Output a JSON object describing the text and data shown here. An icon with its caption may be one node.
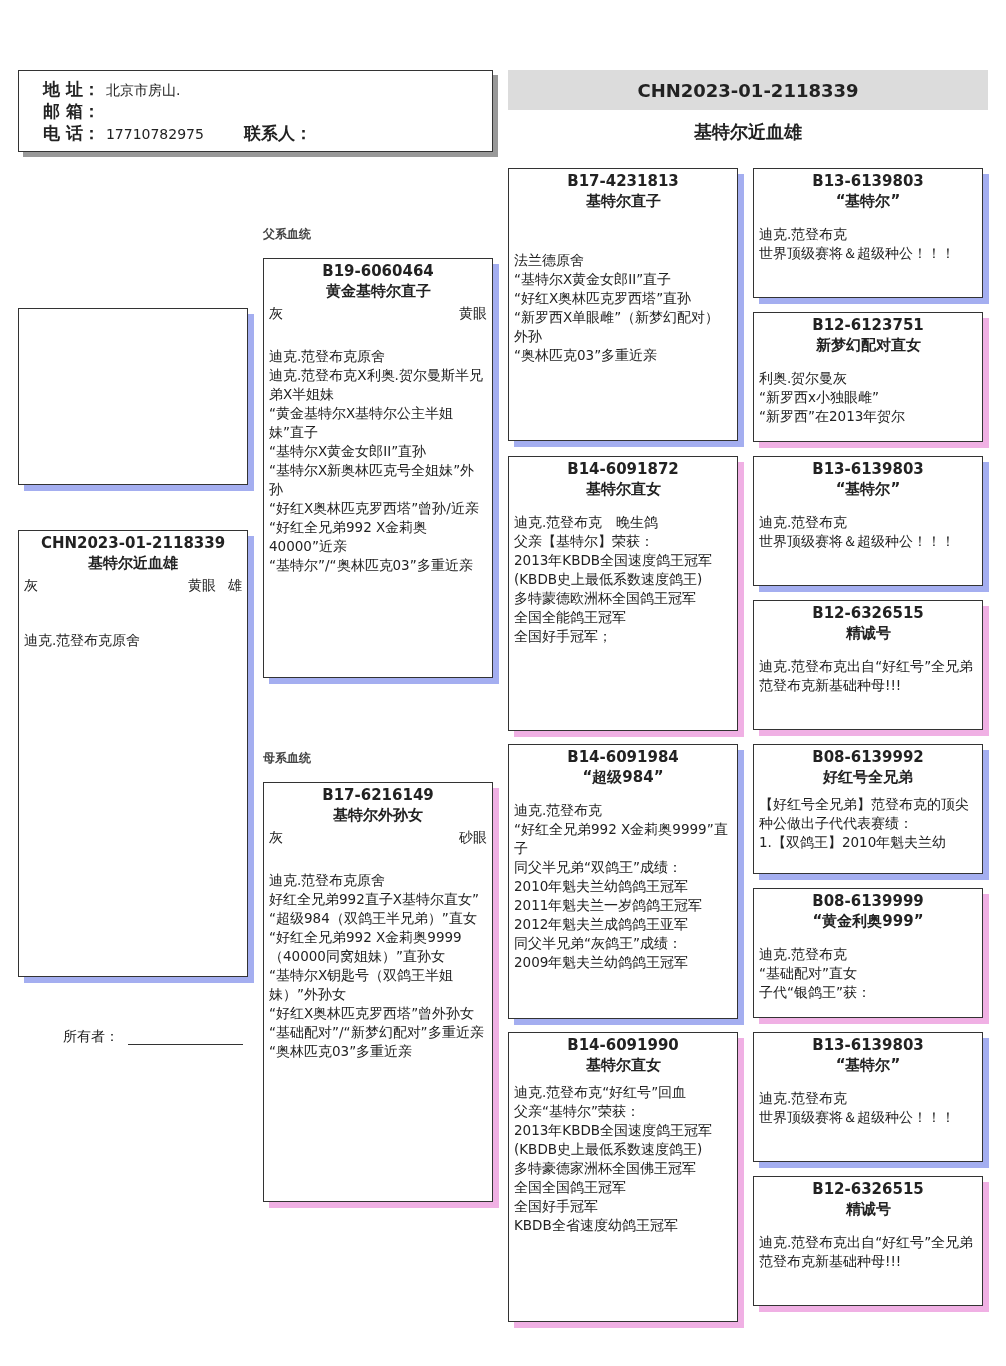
{
  "diagram": {
    "nodes": [
      {
        "text": [
          "地 址：",
          "北京市房山.",
          "邮 箱：",
          "电 话：",
          "17710782975",
          "联系人："
        ]
      },
      {
        "text": [
          "CHN2023-01-2118339"
        ]
      },
      {
        "text": [],
        "shape": "box"
      },
      {
        "text": [
          "CHN2023-01-2118339",
          "基特尔近血雄",
          "灰",
          "黄眼",
          "雄",
          "迪克.范登布克原舍"
        ]
      },
      {
        "text": [
          "B19-6060464",
          "黄金基特尔直子",
          "灰",
          "黄眼",
          "迪克.范登布克原舍",
          "迪克.范登布克X利奥.贺尔曼斯半兄弟X半姐妹",
          "“黄金基特尔X基特尔公主半姐妹”直子",
          "“基特尔X黄金女郎II”直孙",
          "“基特尔X新奥林匹克号全姐妹”外孙",
          "“好红X奥林匹克罗西塔”曾孙/近亲",
          "“好红全兄弟992 X金莉奥40000”近亲",
          "“基特尔”/“奥林匹克03”多重近亲"
        ]
      },
      {
        "text": [
          "B17-6216149",
          "基特尔外孙女",
          "灰",
          "砂眼",
          "迪克.范登布克原舍",
          "好红全兄弟992直子X基特尔直女”",
          "“超级984（双鸽王半兄弟）”直女",
          "“好红全兄弟992 X金莉奥9999（40000同窝姐妹）”直孙女",
          "“基特尔X钥匙号（双鸽王半姐妹）”外孙女",
          "“好红X奥林匹克罗西塔”曾外孙女",
          "“基础配对”/“新梦幻配对”多重近亲",
          "“奥林匹克03”多重近亲"
        ]
      },
      {
        "text": [
          "B17-4231813",
          "基特尔直子",
          "法兰德原舍",
          "“基特尔X黄金女郎II”直子",
          "“好红X奥林匹克罗西塔”直孙",
          "“新罗西X单眼雌”（新梦幻配对）外孙",
          "“奥林匹克03”多重近亲"
        ]
      },
      {
        "text": [
          "B14-6091872",
          "基特尔直女",
          "迪克.范登布克　晚生鸽",
          "父亲【基特尔】荣获：",
          "2013年KBDB全国速度鸽王冠军",
          "(KBDB史上最低系数速度鸽王)",
          "多特蒙德欧洲杯全国鸽王冠军",
          "全国全能鸽王冠军",
          "全国好手冠军；"
        ]
      },
      {
        "text": [
          "B14-6091984",
          "“超级984”",
          "迪克.范登布克",
          "“好红全兄弟992 X金莉奥9999”直子",
          "同父半兄弟“双鸽王”成绩：",
          "2010年魁夫兰幼鸽鸽王冠军",
          "2011年魁夫兰一岁鸽鸽王冠军",
          "2012年魁夫兰成鸽鸽王亚军",
          "同父半兄弟“灰鸽王”成绩：",
          "2009年魁夫兰幼鸽鸽王冠军"
        ]
      },
      {
        "text": [
          "B14-6091990",
          "基特尔直女",
          "迪克.范登布克“好红号”回血",
          "父亲“基特尔”荣获：",
          "2013年KBDB全国速度鸽王冠军",
          "(KBDB史上最低系数速度鸽王)",
          "多特豪德家洲杯全国佛王冠军",
          "全国全国鸽王冠军",
          "全国好手冠军",
          "KBDB全省速度幼鸽王冠军"
        ]
      },
      {
        "text": [
          "B13-6139803",
          "“基特尔”",
          "迪克.范登布克",
          "世界顶级赛将＆超级种公！！！"
        ]
      },
      {
        "text": [
          "B12-6123751",
          "新梦幻配对直女",
          "利奥.贺尔曼灰",
          "“新罗西x小独眼雌”",
          "“新罗西”在2013年贺尔"
        ]
      },
      {
        "text": [
          "B13-6139803",
          "“基特尔”",
          "迪克.范登布克",
          "世界顶级赛将＆超级种公！！！"
        ]
      },
      {
        "text": [
          "B12-6326515",
          "精诚号",
          "迪克.范登布克出自“好红号”全兄弟范登布克新基础种母!!!"
        ]
      },
      {
        "text": [
          "B08-6139992",
          "好红号全兄弟",
          "【好红号全兄弟】范登布克的顶尖种公做出子代代表赛绩：",
          "1.【双鸽王】2010年魁夫兰幼"
        ]
      },
      {
        "text": [
          "B08-6139999",
          "“黄金利奥999”",
          "迪克.范登布克",
          "“基础配对”直女",
          "子代“银鸽王”获："
        ]
      },
      {
        "text": [
          "B13-6139803",
          "“基特尔”",
          "迪克.范登布克",
          "世界顶级赛将＆超级种公！！！"
        ]
      },
      {
        "text": [
          "B12-6326515",
          "精诚号",
          "迪克.范登布克出自“好红号”全兄弟范登布克新基础种母!!!"
        ]
      }
    ],
    "labels": [
      "基特尔近血雄",
      "父系血统",
      "母系血统",
      "所有者："
    ]
  }
}
